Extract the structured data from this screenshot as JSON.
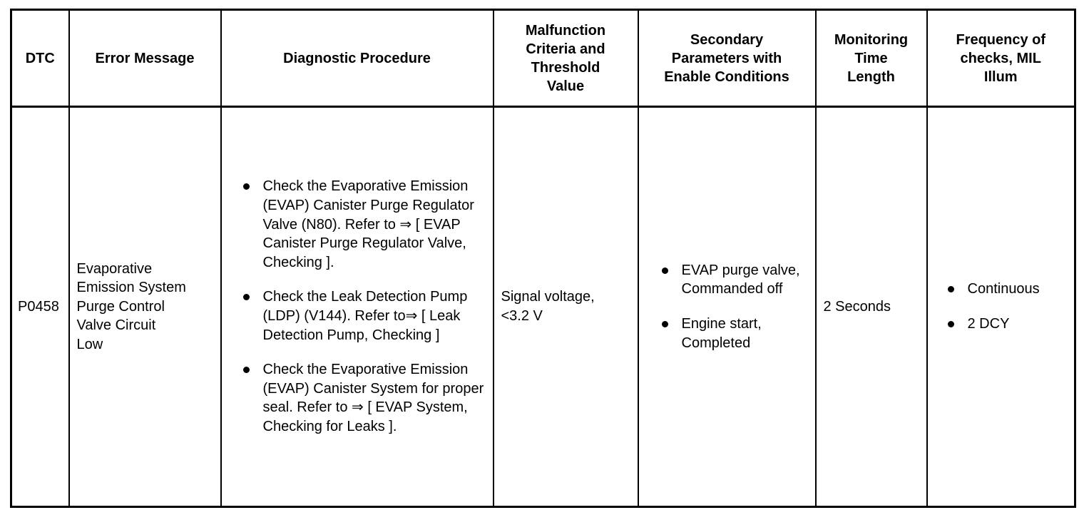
{
  "table": {
    "columns": [
      {
        "key": "dtc",
        "label": "DTC"
      },
      {
        "key": "error",
        "label": "Error Message"
      },
      {
        "key": "proc",
        "label": "Diagnostic Procedure"
      },
      {
        "key": "malf",
        "label": "Malfunction Criteria and Threshold Value"
      },
      {
        "key": "sec",
        "label": "Secondary Parameters with Enable Conditions"
      },
      {
        "key": "mon",
        "label": "Monitoring Time Length"
      },
      {
        "key": "freq",
        "label": "Frequency of checks, MIL Illum"
      }
    ],
    "header_lines": {
      "dtc": [
        "DTC"
      ],
      "error": [
        "Error Message"
      ],
      "proc": [
        "Diagnostic Procedure"
      ],
      "malf": [
        "Malfunction",
        "Criteria and",
        "Threshold",
        "Value"
      ],
      "sec": [
        "Secondary",
        "Parameters with",
        "Enable Conditions"
      ],
      "mon": [
        "Monitoring",
        "Time",
        "Length"
      ],
      "freq": [
        "Frequency of",
        "checks, MIL",
        "Illum"
      ]
    },
    "rows": [
      {
        "dtc": "P0458",
        "error_lines": [
          "Evaporative",
          "Emission System",
          "Purge Control",
          "Valve Circuit",
          "Low"
        ],
        "procedure_bullets": [
          "Check the Evaporative Emission (EVAP) Canister Purge Regulator Valve (N80). Refer to ⇒ [ EVAP Canister Purge Regulator Valve, Checking ].",
          "Check the Leak Detection Pump (LDP) (V144). Refer to⇒ [ Leak Detection Pump, Checking ]",
          "Check the Evaporative Emission (EVAP) Canister System for proper seal. Refer to ⇒ [ EVAP System, Checking for Leaks ]."
        ],
        "malfunction_lines": [
          "Signal voltage,",
          "<3.2 V"
        ],
        "secondary_bullets": [
          "EVAP purge valve, Commanded off",
          "Engine start, Completed"
        ],
        "monitoring_time": "2 Seconds",
        "frequency_bullets": [
          "Continuous",
          "2 DCY"
        ]
      }
    ]
  }
}
